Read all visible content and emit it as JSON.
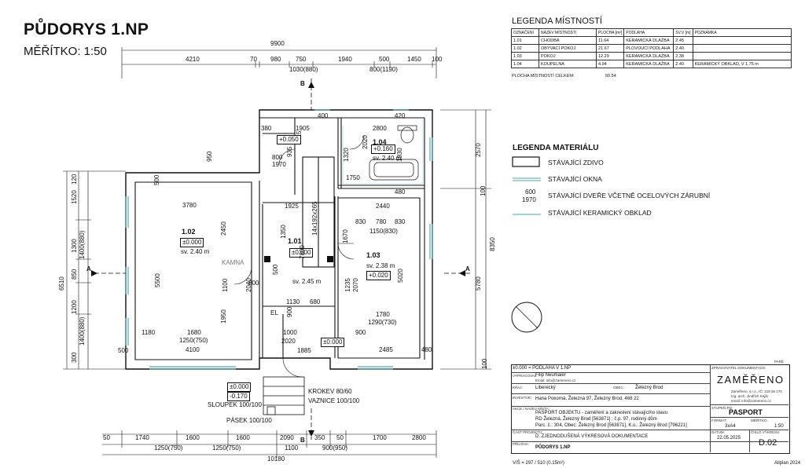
{
  "header": {
    "title": "PŮDORYS 1.NP",
    "scale": "MĚŘÍTKO: 1:50"
  },
  "dims_top": {
    "overall": "9900",
    "segments": [
      "4210",
      "70",
      "980",
      "750",
      "1940",
      "500",
      "1450",
      "100"
    ],
    "sub_left": "1030(880)",
    "sub_right": "800(1190)"
  },
  "dims_bottom": {
    "segments": [
      "50",
      "1740",
      "1600",
      "1600",
      "2090",
      "350",
      "50",
      "1700",
      "2800"
    ],
    "subs": [
      "1250(750)",
      "1250(750)",
      "1100",
      "900(950)"
    ],
    "overall": "10180"
  },
  "dims_left": [
    "6510",
    "1520",
    "120",
    "1300",
    "1400(880)",
    "850",
    "1200",
    "1400(880)",
    "300"
  ],
  "dims_right": [
    "8350",
    "2570",
    "5780",
    "100",
    "100"
  ],
  "rooms": [
    {
      "num": "1.01",
      "level": "±0.000",
      "height": "sv. 2.45 m"
    },
    {
      "num": "1.02",
      "level": "±0.000",
      "height": "sv. 2.40 m"
    },
    {
      "num": "1.03",
      "level": "+0.020",
      "height": "sv. 2.38 m"
    },
    {
      "num": "1.04",
      "level": "+0.160",
      "height": "sv. 2.40 m"
    }
  ],
  "plan_labels": {
    "room102_w": "3780",
    "room102_h": "5500",
    "room102_2450": "2450",
    "room102_1950": "1950",
    "room102_1180": "1180",
    "room102_1680": "1680",
    "room102_1250": "1250(750)",
    "room102_4100": "4100",
    "room102_500a": "500",
    "room102_500b": "500",
    "room102_1100": "1100",
    "room102_2040": "2040",
    "kamna": "KAMNA",
    "room103_2440": "2440",
    "room103_830a": "830",
    "room103_780": "780",
    "room103_830b": "830",
    "room103_1150": "1150(830)",
    "room103_5020": "5020",
    "room103_1670": "1670",
    "room103_1780": "1780",
    "room103_1290": "1290(730)",
    "room103_2485": "2485",
    "room103_480": "480",
    "room103_2070": "2070",
    "room103_1235": "1235",
    "room104_2800": "2800",
    "room104_1320": "1320",
    "room104_1930": "1930",
    "room104_2020": "2020",
    "room104_420": "420",
    "room104_400": "400",
    "room104_480": "480",
    "room104_1750": "1750",
    "upper_380": "380",
    "upper_1905": "1905",
    "upper_800": "800",
    "upper_935": "935",
    "upper_715": "715",
    "upper_1970": "1970",
    "upper_950": "950",
    "hall_1925": "1925",
    "hall_1350": "1350",
    "hall_500": "500",
    "hall_1130": "1130",
    "hall_680": "680",
    "hall_2020": "2020",
    "hall_1885": "1885",
    "hall_1000": "1000",
    "hall_900": "900",
    "hall_7800": "7800",
    "stair": "14x192x265",
    "door_1": "800",
    "door_2": "900",
    "el": "EL",
    "z_a": "+0.050",
    "z_b": "±0.000",
    "entry_level1": "±0.000",
    "entry_level2": "-0.170",
    "krokev": "KROKEV 80/60",
    "vaznice": "VAZNICE 100/100",
    "sloupek": "SLOUPEK 100/100",
    "pasek": "PÁSEK 100/100",
    "section_a": "A",
    "section_b": "B"
  },
  "room_legend": {
    "title": "LEGENDA MÍSTNOSTÍ",
    "headers": [
      "OZNAČENÍ",
      "NÁZEV MÍSTNOSTI",
      "PLOCHA [m²]",
      "PODLAHA",
      "SV.V [m]",
      "POZNÁMKA"
    ],
    "rows": [
      [
        "1.01",
        "CHODBA",
        "11.64",
        "KERAMICKÁ DLAŽBA",
        "2.45",
        ""
      ],
      [
        "1.02",
        "OBÝVACÍ POKOJ",
        "21.67",
        "PLOVOUCÍ PODLAHA",
        "2.40",
        ""
      ],
      [
        "1.03",
        "POKOJ",
        "12.29",
        "KERAMICKÁ DLAŽBA",
        "2.38",
        ""
      ],
      [
        "1.04",
        "KOUPELNA",
        "4.94",
        "KERAMICKÁ DLAŽBA",
        "2.40",
        "KERAMICKÝ OBKLAD, V 1.75 m"
      ]
    ],
    "total_label": "PLOCHA MÍSTNOSTÍ CELKEM:",
    "total_value": "50.54"
  },
  "material_legend": {
    "title": "LEGENDA MATERIÁLU",
    "items": [
      "STÁVAJÍCÍ ZDIVO",
      "STÁVAJÍCÍ OKNA",
      "STÁVAJÍCÍ DVEŘE VČETNĚ OCELOVÝCH ZÁRUBNÍ",
      "STÁVAJÍCÍ KERAMICKÝ OBKLAD"
    ],
    "door_w": "600",
    "door_h": "1970"
  },
  "title_block": {
    "zero": "±0.000 = PODLAHA V 1.NP",
    "vypracoval_label": "VYPRACOVAL:",
    "author": "Filip Neumaier",
    "email": "Email: info@zamereno.cz",
    "kraj_label": "KRAJ:",
    "kraj": "Liberecký",
    "obec_label": "OBEC:",
    "obec": "Železný Brod",
    "investor_label": "INVESTOR:",
    "investor": "Hana Pokorná, Železná 97, Železný Brod, 468 22",
    "akce_label": "AKCE / NÁZEV MÍSTA:",
    "akce1": "PASPORT OBJEKTU - zaměření a zakreslení stávajícího stavu",
    "akce2": "RD Železná, Železný Brod [563871] ; č.p. 97, rodinný dům",
    "akce3": "Parc. č.: 304, Obec: Železný Brod [563871], K.ú.: Železný Brod [796221]",
    "cast_label": "ČÁST PROJEKTU:",
    "cast": "D. ZJEDNODUŠENÁ VÝKRESOVÁ DOKUMENTACE",
    "priloha_label": "PŘÍLOHA:",
    "priloha": "PŮDORYS 1.NP",
    "company_label": "ZPRACOVATEL DOKUMENTACE:",
    "logo": "ZAMĚŘENO",
    "company1": "Zaměřeno, s.r.o., IČ: 218 36 175",
    "company2": "Ing. arch. Jindřich Kejík",
    "company3": "email: info@zamereno.cz",
    "stupen_label": "STUPEŇ PD:",
    "stupen": "PASPORT",
    "format_label": "FORMÁT:",
    "format": "3xA4",
    "meritko_label": "MĚŘÍTKO:",
    "meritko": "1:50",
    "datum_label": "DATUM:",
    "datum": "22.05.2025",
    "cislo_label": "ČÍSLO VÝKRESU:",
    "cislo": "D.02",
    "pare": "PARÉ"
  },
  "footer": {
    "area": "V/Š = 297 / 510 (0.15m²)",
    "software": "Allplan 2024"
  }
}
